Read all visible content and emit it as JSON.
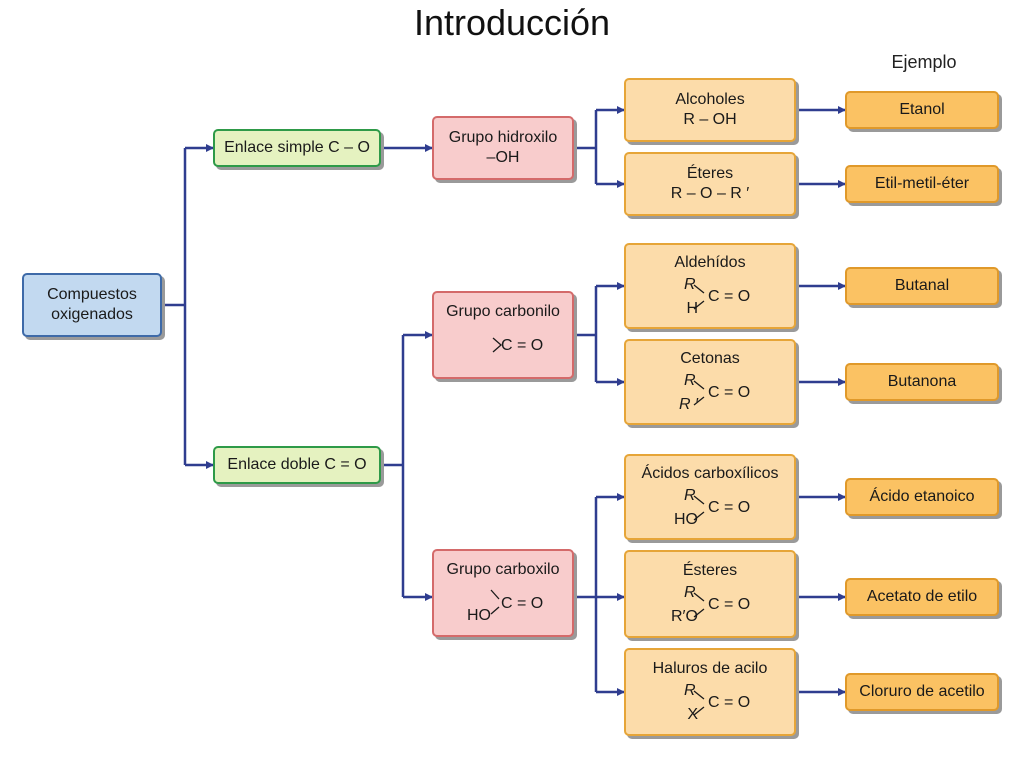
{
  "title": "Introducción",
  "example_header": "Ejemplo",
  "root": {
    "line1": "Compuestos",
    "line2": "oxigenados"
  },
  "bonds": {
    "simple": "Enlace simple C – O",
    "double": "Enlace doble C = O"
  },
  "groups": {
    "hidroxilo": {
      "name": "Grupo hidroxilo",
      "formula": "–OH"
    },
    "carbonilo": {
      "name": "Grupo carbonilo",
      "formula": "C = O"
    },
    "carboxilo": {
      "name": "Grupo carboxilo",
      "left": "HO",
      "formula": "C = O"
    }
  },
  "families": [
    {
      "name": "Alcoholes",
      "formula": "R – OH",
      "example": "Etanol"
    },
    {
      "name": "Éteres",
      "formula": "R – O – R ′",
      "example": "Etil-metil-éter"
    },
    {
      "name": "Aldehídos",
      "top": "R",
      "left": "H",
      "formula": "C = O",
      "example": "Butanal"
    },
    {
      "name": "Cetonas",
      "top": "R",
      "left": "R ′",
      "formula": "C = O",
      "example": "Butanona"
    },
    {
      "name": "Ácidos carboxílicos",
      "top": "R",
      "left": "HO",
      "formula": "C = O",
      "example": "Ácido etanoico"
    },
    {
      "name": "Ésteres",
      "top": "R",
      "left": "R′O",
      "formula": "C = O",
      "example": "Acetato de etilo"
    },
    {
      "name": "Haluros de acilo",
      "top": "R",
      "left": "X",
      "formula": "C = O",
      "example": "Cloruro de acetilo"
    }
  ],
  "colors": {
    "root": "#c2d9f0",
    "bond": "#e5f2c0",
    "group": "#f8cccc",
    "family": "#fcdcaa",
    "example": "#fbc263",
    "connector": "#2f3d8f"
  }
}
